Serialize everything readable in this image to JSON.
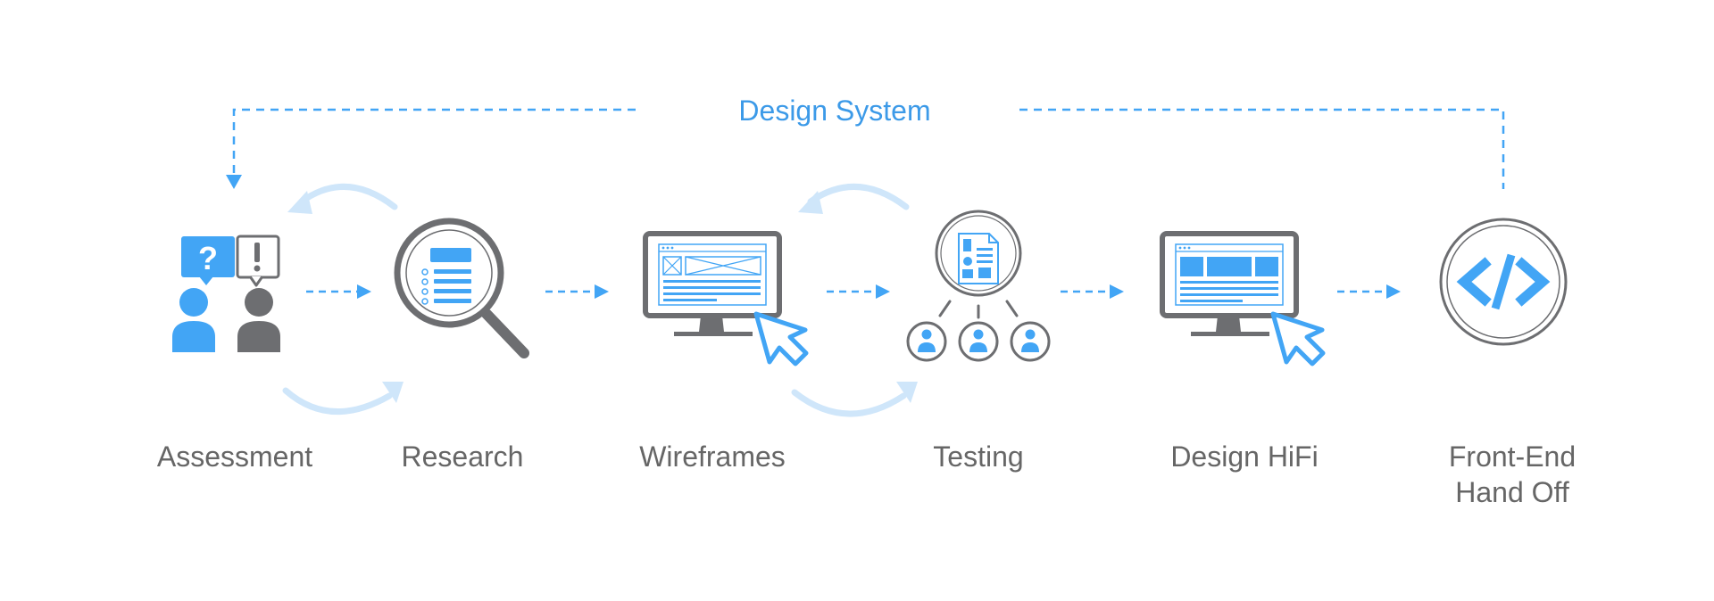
{
  "title": "Design System",
  "colors": {
    "accent": "#42a5f5",
    "accent_light": "#cfe6fa",
    "gray": "#6d6e71",
    "text": "#666666"
  },
  "icons": {
    "assessment": "question-exclamation-people-icon",
    "research": "magnifying-glass-icon",
    "wireframes": "wireframe-monitor-icon",
    "testing": "user-testing-icon",
    "hifi": "hifi-monitor-icon",
    "handoff": "code-icon"
  },
  "steps": {
    "assessment": "Assessment",
    "research": "Research",
    "wireframes": "Wireframes",
    "testing": "Testing",
    "hifi": "Design HiFi",
    "handoff_line1": "Front-End",
    "handoff_line2": "Hand Off"
  }
}
